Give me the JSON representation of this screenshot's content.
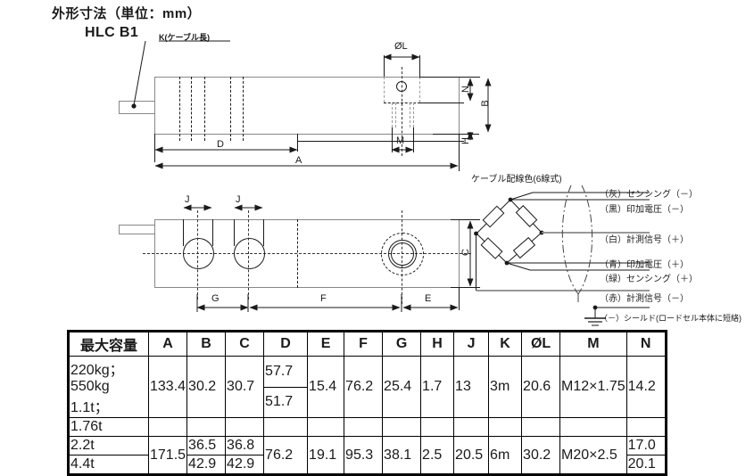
{
  "page": {
    "title": "外形寸法（単位：mm）",
    "model": "HLC B1",
    "cable_note": "K(ケーブル長)"
  },
  "drawing_side_view": {
    "labels": {
      "diameter_l": "ØL",
      "n": "N",
      "b": "B",
      "h": "H",
      "m": "M",
      "d": "D",
      "a": "A"
    }
  },
  "drawing_plan_view": {
    "labels": {
      "j1": "J",
      "j2": "J",
      "c": "C",
      "g": "G",
      "f": "F",
      "e": "E"
    }
  },
  "wiring_diagram": {
    "title": "ケーブル配線色(6線式)",
    "legend": [
      "（灰）センシング（－）",
      "（黒）印加電圧（－）",
      "（白）計測信号（＋）",
      "（青）印加電圧（＋）",
      "（緑）センシング（＋）",
      "（赤）計測信号（－）",
      "（－）シールド(ロードセル本体に短絡)"
    ]
  },
  "spec_table": {
    "headers": [
      "最大容量",
      "A",
      "B",
      "C",
      "D",
      "E",
      "F",
      "G",
      "H",
      "J",
      "K",
      "ØL",
      "M",
      "N"
    ],
    "rows": {
      "capacity_group1_line1": "220kg；550kg",
      "capacity_group1_line2": "1.1t；",
      "capacity_group2": "1.76t",
      "capacity_group3": "2.2t",
      "capacity_group4": "4.4t",
      "A_top": "133.4",
      "A_bottom": "171.5",
      "B_top": "30.2",
      "B_r3": "36.5",
      "B_r4": "42.9",
      "C_top": "30.7",
      "C_r3": "36.8",
      "C_r4": "42.9",
      "D_r1": "57.7",
      "D_r2": "51.7",
      "D_bottom": "76.2",
      "E_top": "15.4",
      "E_bottom": "19.1",
      "F_top": "76.2",
      "F_bottom": "95.3",
      "G_top": "25.4",
      "G_bottom": "38.1",
      "H_top": "1.7",
      "H_bottom": "2.5",
      "J_top": "13",
      "J_bottom": "20.5",
      "K_top": "3m",
      "K_bottom": "6m",
      "L_top": "20.6",
      "L_bottom": "30.2",
      "M_top": "M12×1.75",
      "M_bottom": "M20×2.5",
      "N_top": "14.2",
      "N_r3": "17.0",
      "N_r4": "20.1"
    }
  },
  "colors": {
    "line": "#1a1a1a",
    "body_edge": "#8a8a8a",
    "background": "#ffffff"
  }
}
